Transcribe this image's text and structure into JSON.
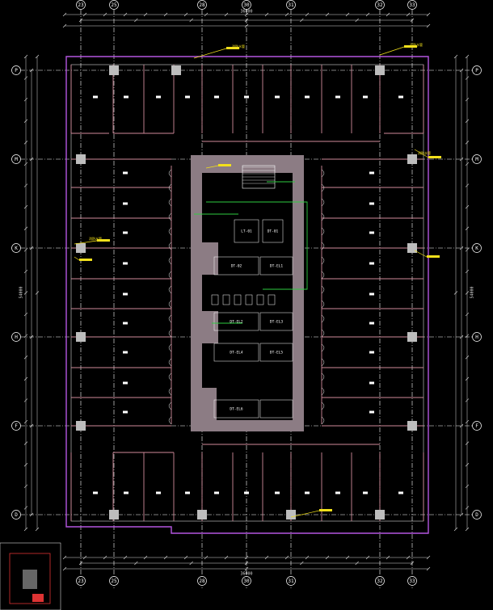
{
  "drawing": {
    "background": "#000000",
    "colors": {
      "grid": "#ffffff",
      "wall": "#d08a9a",
      "column": "#bdbdbd",
      "core": "#8c7c84",
      "boundary": "#b455e0",
      "green": "#2ecc40",
      "yellow": "#f2e01b",
      "dim": "#d8d8d8"
    },
    "top_axes": [
      "23",
      "25",
      "28",
      "30",
      "31",
      "32",
      "33"
    ],
    "bottom_axes": [
      "23",
      "25",
      "28",
      "30",
      "31",
      "32",
      "33"
    ],
    "left_axes": [
      "P",
      "M",
      "K",
      "H",
      "F",
      "D"
    ],
    "right_axes": [
      "P",
      "M",
      "K",
      "H",
      "F",
      "D"
    ],
    "top_total_dim": "36000",
    "bottom_total_dim": "36000",
    "left_total_dim": "54000",
    "right_total_dim": "54000",
    "core_labels": [
      "LT-01",
      "DT-01",
      "DT-02",
      "DT-EL1",
      "DT-EL2",
      "DT-EL3",
      "DT-EL4",
      "DT-EL5",
      "DT-EL6"
    ],
    "notes": [
      "消防水管",
      "消防水管",
      "消防水管",
      "消防水管"
    ]
  }
}
